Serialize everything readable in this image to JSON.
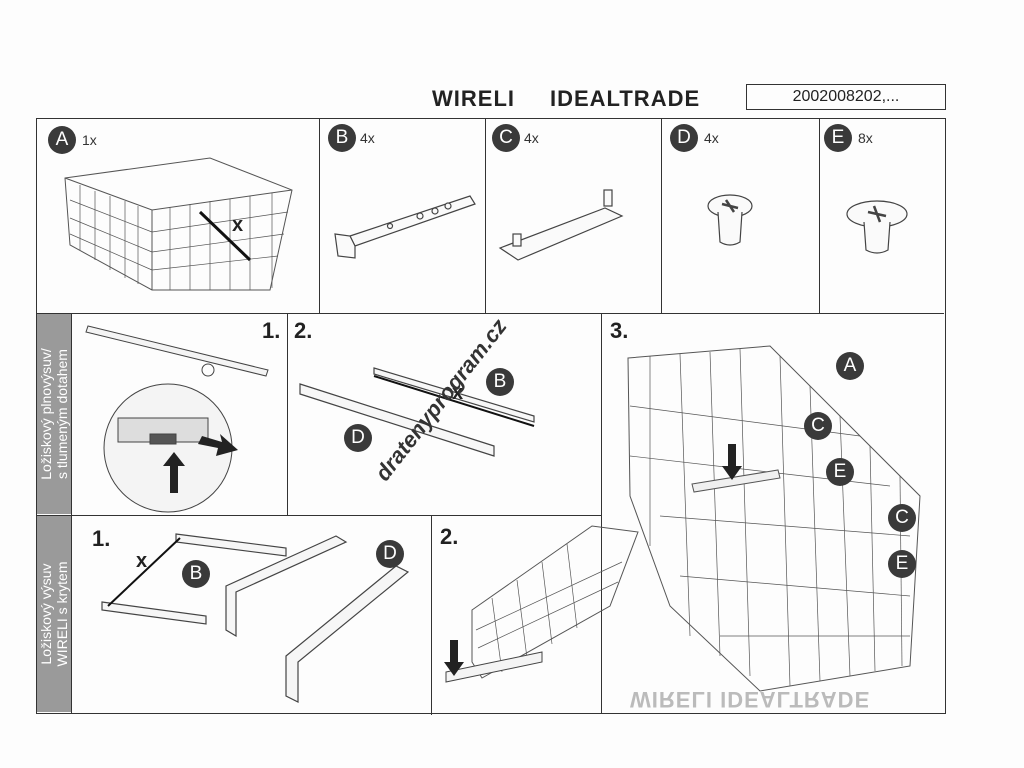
{
  "header": {
    "brand_1": "WIRELI",
    "brand_2": "IDEALTRADE",
    "product_code": "2002008202,..."
  },
  "parts": [
    {
      "letter": "A",
      "qty": "1x"
    },
    {
      "letter": "B",
      "qty": "4x"
    },
    {
      "letter": "C",
      "qty": "4x"
    },
    {
      "letter": "D",
      "qty": "4x"
    },
    {
      "letter": "E",
      "qty": "8x"
    }
  ],
  "dimension_label": "x",
  "section_1": {
    "side_label": "Ložiskový plnovýsuv/\ns tlumeným dotahem",
    "steps": [
      "1.",
      "2.",
      "3."
    ]
  },
  "section_2": {
    "side_label": "Ložiskový výsuv\nWIRELI s krytem",
    "steps": [
      "1.",
      "2."
    ]
  },
  "labels": {
    "A": "A",
    "B": "B",
    "C": "C",
    "D": "D",
    "E": "E"
  },
  "watermark": "dratenyprogram.cz",
  "ghost_text": "WIRELI IDEALTRADE",
  "colors": {
    "badge": "#3a3a3a",
    "side_panel": "#9a9a9a",
    "line": "#333333"
  }
}
